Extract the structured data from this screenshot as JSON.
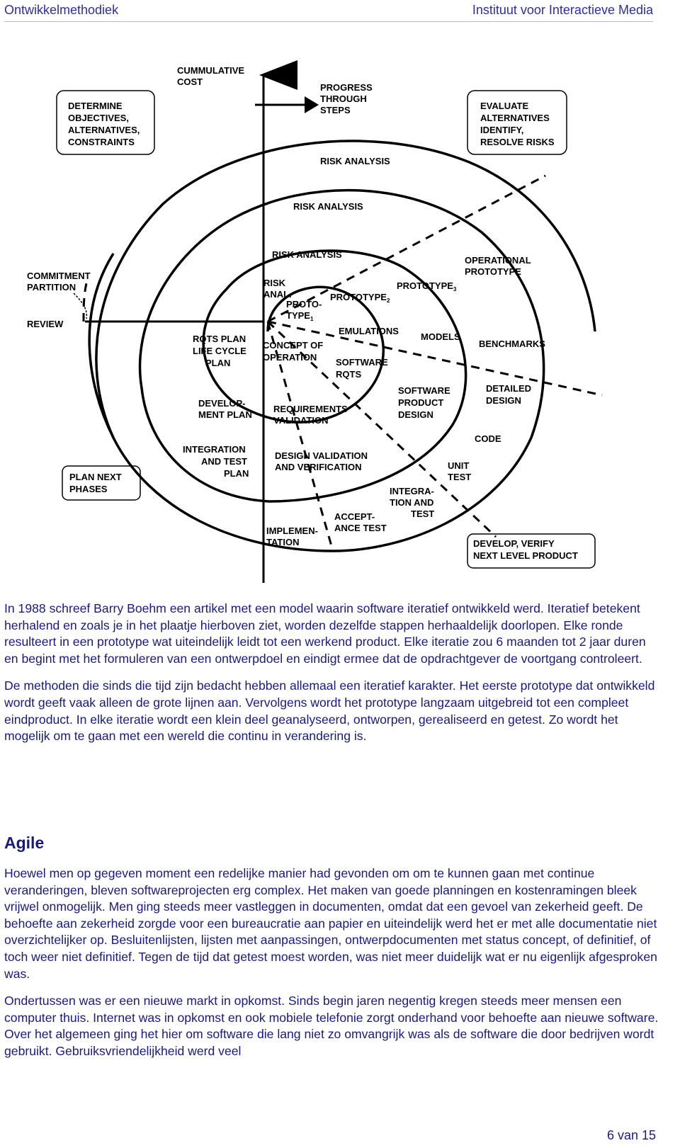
{
  "header": {
    "left": "Ontwikkelmethodiek",
    "right": "Instituut voor Interactieve Media"
  },
  "figure": {
    "labels": {
      "cumulative_cost": [
        "CUMMULATIVE",
        "COST"
      ],
      "progress": [
        "PROGRESS",
        "THROUGH",
        "STEPS"
      ],
      "determine": [
        "DETERMINE",
        "OBJECTIVES,",
        "ALTERNATIVES,",
        "CONSTRAINTS"
      ],
      "evaluate": [
        "EVALUATE",
        "ALTERNATIVES",
        "IDENTIFY,",
        "RESOLVE RISKS"
      ],
      "risk_analysis_4": "RISK ANALYSIS",
      "risk_analysis_3": "RISK ANALYSIS",
      "risk_analysis_2": "RISK ANALYSIS",
      "risk_anal_1": [
        "RISK",
        "ANAL."
      ],
      "prototype_1": [
        "PROTO-",
        "TYPE"
      ],
      "prototype_2": "PROTOTYPE",
      "prototype_3": "PROTOTYPE",
      "operational_prototype": [
        "OPERATIONAL",
        "PROTOTYPE"
      ],
      "commitment": [
        "COMMITMENT",
        "PARTITION"
      ],
      "review": "REVIEW",
      "rqts_plan": [
        "RQTS PLAN",
        "LIFE CYCLE",
        "PLAN"
      ],
      "concept": [
        "CONCEPT OF",
        "OPERATION"
      ],
      "emulations": "EMULATIONS",
      "models": "MODELS",
      "benchmarks": "BENCHMARKS",
      "software_rqts": [
        "SOFTWARE",
        "RQTS"
      ],
      "software_product_design": [
        "SOFTWARE",
        "PRODUCT",
        "DESIGN"
      ],
      "detailed_design": [
        "DETAILED",
        "DESIGN"
      ],
      "development_plan": [
        "DEVELOP-",
        "MENT PLAN"
      ],
      "requirements_validation": [
        "REQUIREMENTS",
        "VALIDATION"
      ],
      "code": "CODE",
      "integration_test_plan": [
        "INTEGRATION",
        "AND TEST",
        "PLAN"
      ],
      "design_validation": [
        "DESIGN VALIDATION",
        "AND VERIFICATION"
      ],
      "unit_test": [
        "UNIT",
        "TEST"
      ],
      "plan_next": [
        "PLAN NEXT",
        "PHASES"
      ],
      "integration_test": [
        "INTEGRA-",
        "TION AND",
        "TEST"
      ],
      "acceptance_test": [
        "ACCEPT-",
        "ANCE TEST"
      ],
      "implementation": [
        "IMPLEMEN-",
        "TATION"
      ],
      "develop_verify": [
        "DEVELOP, VERIFY",
        "NEXT LEVEL PRODUCT"
      ],
      "sub_1": "1",
      "sub_2": "2",
      "sub_3": "3"
    }
  },
  "paragraphs": [
    "In 1988 schreef Barry Boehm een artikel met een model waarin software iteratief ontwikkeld werd. Iteratief betekent herhalend en zoals je in het plaatje hierboven ziet, worden dezelfde stappen herhaaldelijk doorlopen. Elke ronde resulteert in een prototype wat uiteindelijk leidt tot een werkend product. Elke iteratie zou 6 maanden tot 2 jaar duren en begint met het formuleren van een ontwerpdoel en eindigt ermee dat de opdrachtgever de voortgang controleert.",
    "De methoden die sinds die tijd zijn bedacht hebben allemaal een iteratief karakter. Het eerste prototype dat ontwikkeld wordt geeft vaak alleen de grote lijnen aan. Vervolgens wordt het prototype langzaam uitgebreid tot een compleet eindproduct. In elke iteratie wordt een klein deel geanalyseerd, ontworpen, gerealiseerd en getest. Zo wordt het mogelijk om te gaan met een wereld die continu in verandering is."
  ],
  "heading": "Agile",
  "paragraphs2": [
    "Hoewel men op gegeven moment een redelijke manier had gevonden om om te kunnen gaan met continue veranderingen, bleven softwareprojecten erg complex. Het maken van goede planningen en kostenramingen bleek vrijwel onmogelijk. Men ging steeds meer vastleggen in documenten, omdat dat een gevoel van zekerheid geeft. De behoefte aan zekerheid zorgde voor een bureaucratie aan papier en uiteindelijk werd het er met alle documentatie niet overzichtelijker op. Besluitenlijsten, lijsten met aanpassingen, ontwerpdocumenten met status concept, of definitief, of toch weer niet definitief. Tegen de tijd dat getest moest worden, was niet meer duidelijk wat er nu eigenlijk afgesproken was.",
    "Ondertussen was er een nieuwe markt in opkomst. Sinds begin jaren negentig kregen steeds meer mensen een computer thuis. Internet was in opkomst en ook mobiele telefonie zorgt onderhand voor behoefte aan nieuwe software. Over het algemeen ging het hier om software die lang niet zo omvangrijk was als de software die door bedrijven wordt gebruikt. Gebruiksvriendelijkheid werd veel"
  ],
  "footer": "6 van 15"
}
